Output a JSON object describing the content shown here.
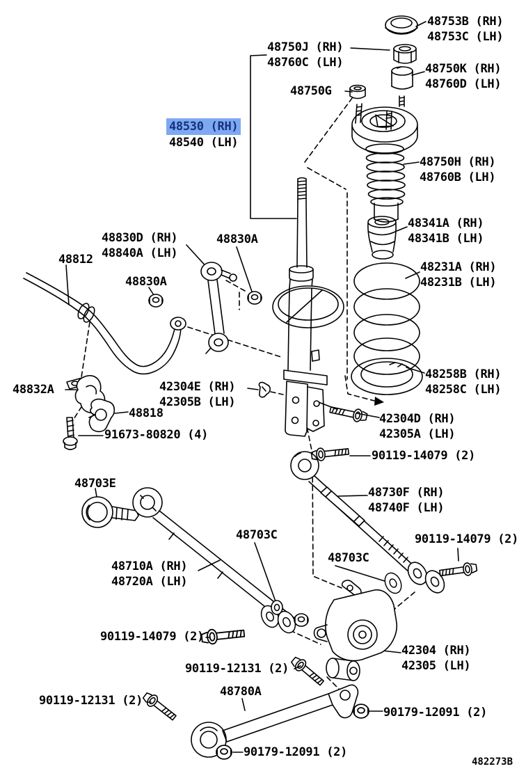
{
  "diagram": {
    "corner_code": "482273B",
    "highlight": {
      "bg": "#7EA9F2",
      "text_color": "#17317E"
    },
    "labels": [
      {
        "id": "48753B",
        "lines": [
          "48753B (RH)",
          "48753C (LH)"
        ]
      },
      {
        "id": "48750J",
        "lines": [
          "48750J (RH)",
          "48760C (LH)"
        ]
      },
      {
        "id": "48750K",
        "lines": [
          "48750K (RH)",
          "48760D (LH)"
        ]
      },
      {
        "id": "48750G",
        "lines": [
          "48750G"
        ]
      },
      {
        "id": "48530",
        "lines": [
          "48530 (RH)",
          "48540 (LH)"
        ],
        "highlighted_line": 0
      },
      {
        "id": "48750H",
        "lines": [
          "48750H (RH)",
          "48760B (LH)"
        ]
      },
      {
        "id": "48341A",
        "lines": [
          "48341A (RH)",
          "48341B (LH)"
        ]
      },
      {
        "id": "48231A",
        "lines": [
          "48231A (RH)",
          "48231B (LH)"
        ]
      },
      {
        "id": "48830D",
        "lines": [
          "48830D (RH)",
          "48840A (LH)"
        ]
      },
      {
        "id": "48830A-right",
        "lines": [
          "48830A"
        ]
      },
      {
        "id": "48812",
        "lines": [
          "48812"
        ]
      },
      {
        "id": "48830A-center",
        "lines": [
          "48830A"
        ]
      },
      {
        "id": "48258B",
        "lines": [
          "48258B (RH)",
          "48258C (LH)"
        ]
      },
      {
        "id": "48832A",
        "lines": [
          "48832A"
        ]
      },
      {
        "id": "42304E",
        "lines": [
          "42304E (RH)",
          "42305B (LH)"
        ]
      },
      {
        "id": "48818",
        "lines": [
          "48818"
        ]
      },
      {
        "id": "91673-80820",
        "lines": [
          "91673-80820 (4)"
        ]
      },
      {
        "id": "42304D",
        "lines": [
          "42304D (RH)",
          "42305A (LH)"
        ]
      },
      {
        "id": "90119-14079-upper",
        "lines": [
          "90119-14079 (2)"
        ]
      },
      {
        "id": "48703E",
        "lines": [
          "48703E"
        ]
      },
      {
        "id": "48730F",
        "lines": [
          "48730F (RH)",
          "48740F (LH)"
        ]
      },
      {
        "id": "48703C-left",
        "lines": [
          "48703C"
        ]
      },
      {
        "id": "48703C-right",
        "lines": [
          "48703C"
        ]
      },
      {
        "id": "90119-14079-right",
        "lines": [
          "90119-14079 (2)"
        ]
      },
      {
        "id": "48710A",
        "lines": [
          "48710A (RH)",
          "48720A (LH)"
        ]
      },
      {
        "id": "90119-14079-lower",
        "lines": [
          "90119-14079 (2)"
        ]
      },
      {
        "id": "42304",
        "lines": [
          "42304 (RH)",
          "42305 (LH)"
        ]
      },
      {
        "id": "90119-12131-mid",
        "lines": [
          "90119-12131 (2)"
        ]
      },
      {
        "id": "48780A",
        "lines": [
          "48780A"
        ]
      },
      {
        "id": "90119-12131-lower",
        "lines": [
          "90119-12131 (2)"
        ]
      },
      {
        "id": "90179-12091-right",
        "lines": [
          "90179-12091 (2)"
        ]
      },
      {
        "id": "90179-12091-bottom",
        "lines": [
          "90179-12091 (2)"
        ]
      }
    ]
  }
}
